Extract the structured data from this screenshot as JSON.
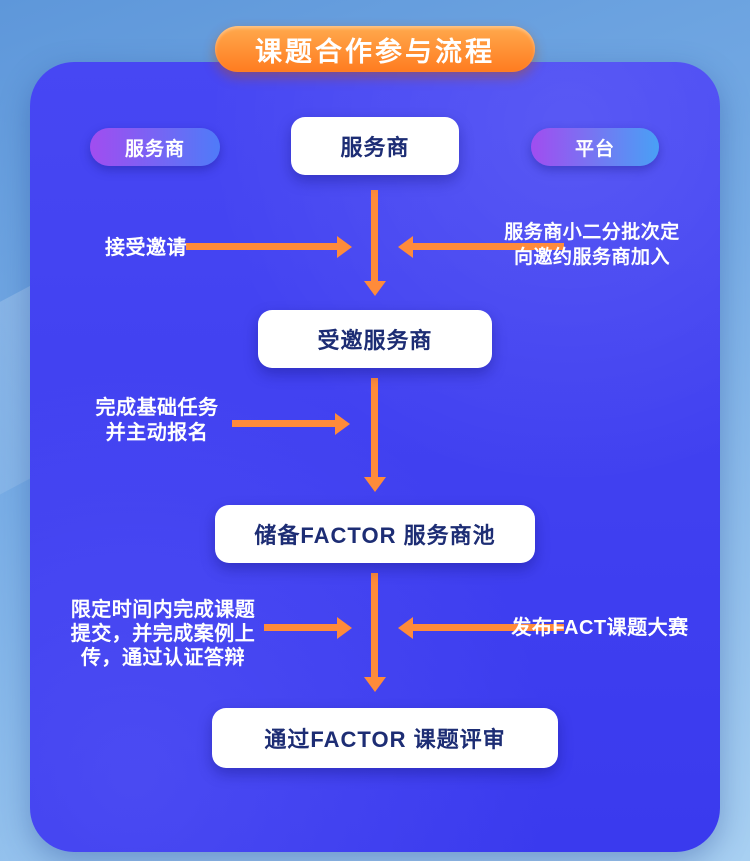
{
  "title": "课题合作参与流程",
  "nodes": {
    "provider_pill": "服务商",
    "provider_box": "服务商",
    "platform_pill": "平台",
    "invited_box": "受邀服务商",
    "pool_box": "储备FACTOR 服务商池",
    "review_box": "通过FACTOR 课题评审"
  },
  "labels": {
    "accept_invite": "接受邀请",
    "batch_invite": "服务商小二分批次定\n向邀约服务商加入",
    "basic_tasks": "完成基础任务\n并主动报名",
    "submission": "限定时间内完成课题\n提交，并完成案例上\n传，通过认证答辩",
    "publish_contest": "发布FACT课题大赛"
  },
  "colors": {
    "bg_top": "#5e97da",
    "bg_bottom": "#a8d0f2",
    "panel_top": "#4747f3",
    "panel_bottom": "#3a3aee",
    "arrow": "#ff8b3a",
    "box_text": "#1d2d74",
    "banner_top": "#ffaa4e",
    "banner_bottom": "#ff7c20",
    "pill_left": "#a14df0",
    "pill_right": "#4f7bf8"
  }
}
